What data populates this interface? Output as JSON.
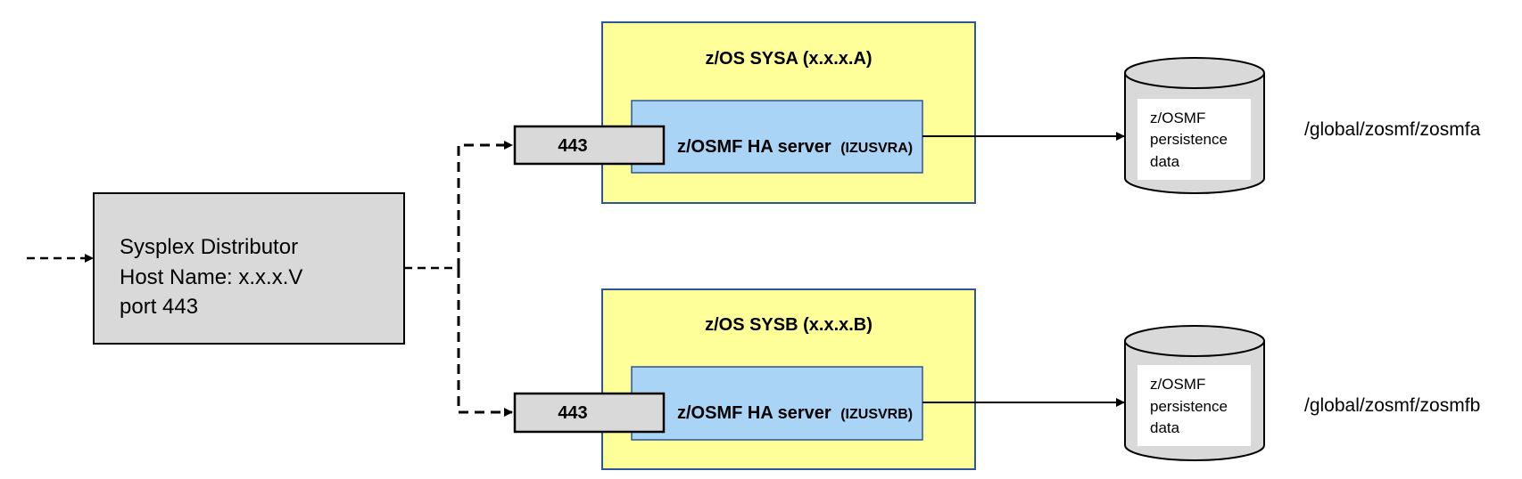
{
  "diagram": {
    "entry": {
      "lines": [
        "Sysplex Distributor",
        "Host Name: x.x.x.V",
        "port 443"
      ]
    },
    "systems": [
      {
        "title": "z/OS SYSA (x.x.x.A)",
        "port": "443",
        "server_label": "z/OSMF HA server",
        "server_id": "(IZUSVRA)",
        "storage_lines": [
          "z/OSMF",
          "persistence",
          "data"
        ],
        "path": "/global/zosmf/zosmfa"
      },
      {
        "title": "z/OS SYSB (x.x.x.B)",
        "port": "443",
        "server_label": "z/OSMF HA server",
        "server_id": "(IZUSVRB)",
        "storage_lines": [
          "z/OSMF",
          "persistence",
          "data"
        ],
        "path": "/global/zosmf/zosmfb"
      }
    ],
    "colors": {
      "system_fill": "#FFFF99",
      "system_border": "#2F5597",
      "server_fill": "#A9D4F5",
      "port_fill": "#D9D9D9",
      "distributor_fill": "#D9D9D9",
      "cylinder_fill": "#D9D9D9"
    }
  }
}
